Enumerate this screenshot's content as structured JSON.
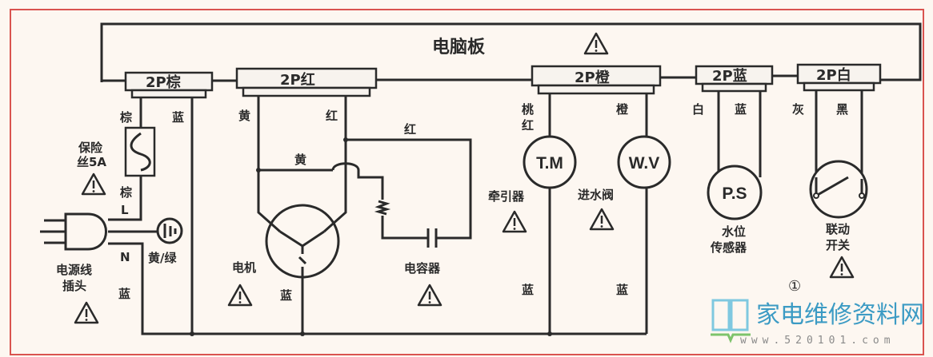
{
  "board": {
    "title": "电脑板"
  },
  "connectors": [
    "2P棕",
    "2P红",
    "2P橙",
    "2P蓝",
    "2P白"
  ],
  "wires": {
    "brown": "棕",
    "blue": "蓝",
    "yellow": "黄",
    "red": "红",
    "pink_red_1": "桃",
    "pink_red_2": "红",
    "orange": "橙",
    "white": "白",
    "gray": "灰",
    "black": "黑",
    "yellow_green": "黄/绿",
    "L": "L",
    "N": "N"
  },
  "components": {
    "fuse": [
      "保险",
      "丝5A"
    ],
    "plug": [
      "电源线",
      "插头"
    ],
    "motor": "电机",
    "capacitor": "电容器",
    "tm": {
      "symbol": "T.M",
      "label": "牵引器"
    },
    "wv": {
      "symbol": "W.V",
      "label": "进水阀"
    },
    "ps": {
      "symbol": "P.S",
      "label": [
        "水位",
        "传感器"
      ]
    },
    "switch": {
      "label": [
        "联动",
        "开关"
      ]
    }
  },
  "figure_number": "①",
  "logo": {
    "name": "家电维修资料网",
    "url": "www.520101.com"
  },
  "colors": {
    "border": "#d9534f",
    "background": "#fdf7f1",
    "ink": "#2a2a2a",
    "logo": "#3c9bc4"
  }
}
